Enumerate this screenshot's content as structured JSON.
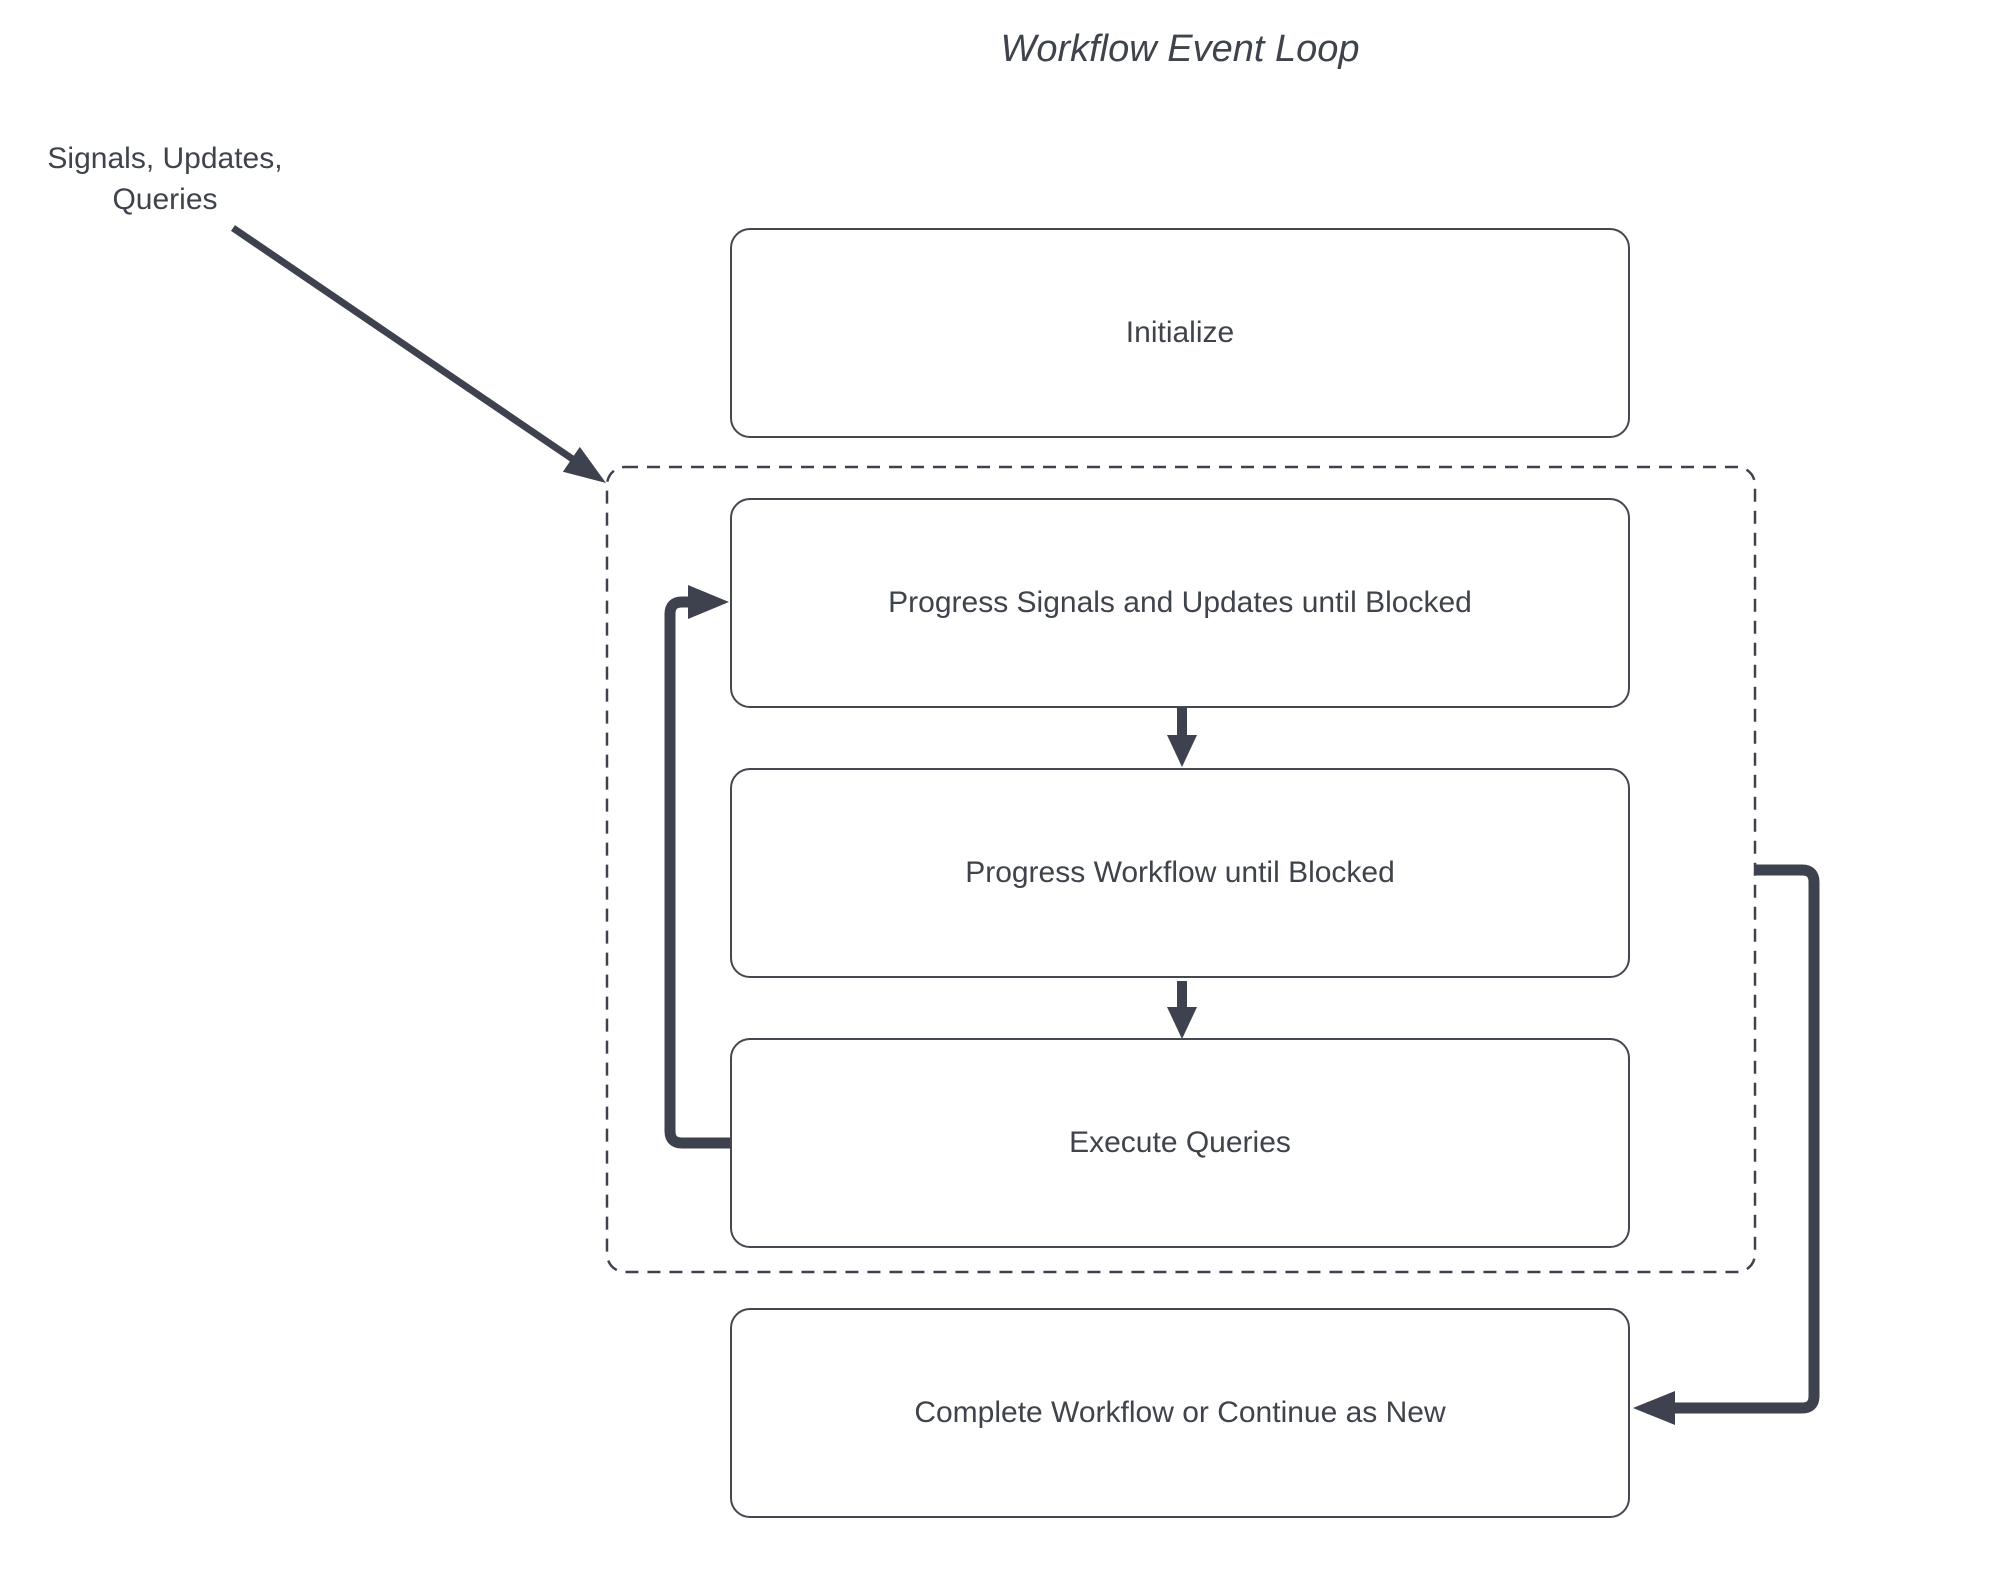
{
  "title": "Workflow Event Loop",
  "external_label": "Signals, Updates,\nQueries",
  "nodes": {
    "initialize": "Initialize",
    "progress_signals": "Progress Signals and Updates until Blocked",
    "progress_workflow": "Progress Workflow until Blocked",
    "execute_queries": "Execute Queries",
    "complete": "Complete Workflow or Continue as New"
  },
  "colors": {
    "arrow": "#3d424e",
    "box_border": "#45484f",
    "dashed_border": "#3d424e",
    "text": "#3f434b",
    "background": "#ffffff"
  }
}
